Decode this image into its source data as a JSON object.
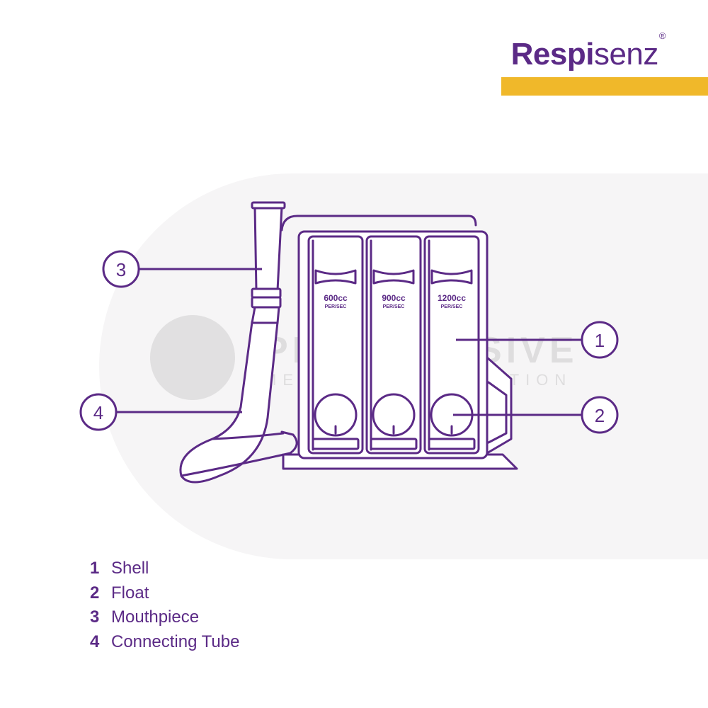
{
  "brand": {
    "name_bold": "Respi",
    "name_light": "senz",
    "registered": "®"
  },
  "colors": {
    "purple": "#5b2a86",
    "yellow": "#f0b82a",
    "background": "#f6f5f6"
  },
  "watermark": {
    "line1": "PROGRESSIVE",
    "line2": "MEDICAL CORPORATION"
  },
  "chambers": [
    {
      "rate": "600cc",
      "unit": "PER/SEC"
    },
    {
      "rate": "900cc",
      "unit": "PER/SEC"
    },
    {
      "rate": "1200cc",
      "unit": "PER/SEC"
    }
  ],
  "callouts": [
    "1",
    "2",
    "3",
    "4"
  ],
  "legend": [
    {
      "num": "1",
      "label": "Shell"
    },
    {
      "num": "2",
      "label": "Float"
    },
    {
      "num": "3",
      "label": "Mouthpiece"
    },
    {
      "num": "4",
      "label": "Connecting Tube"
    }
  ]
}
